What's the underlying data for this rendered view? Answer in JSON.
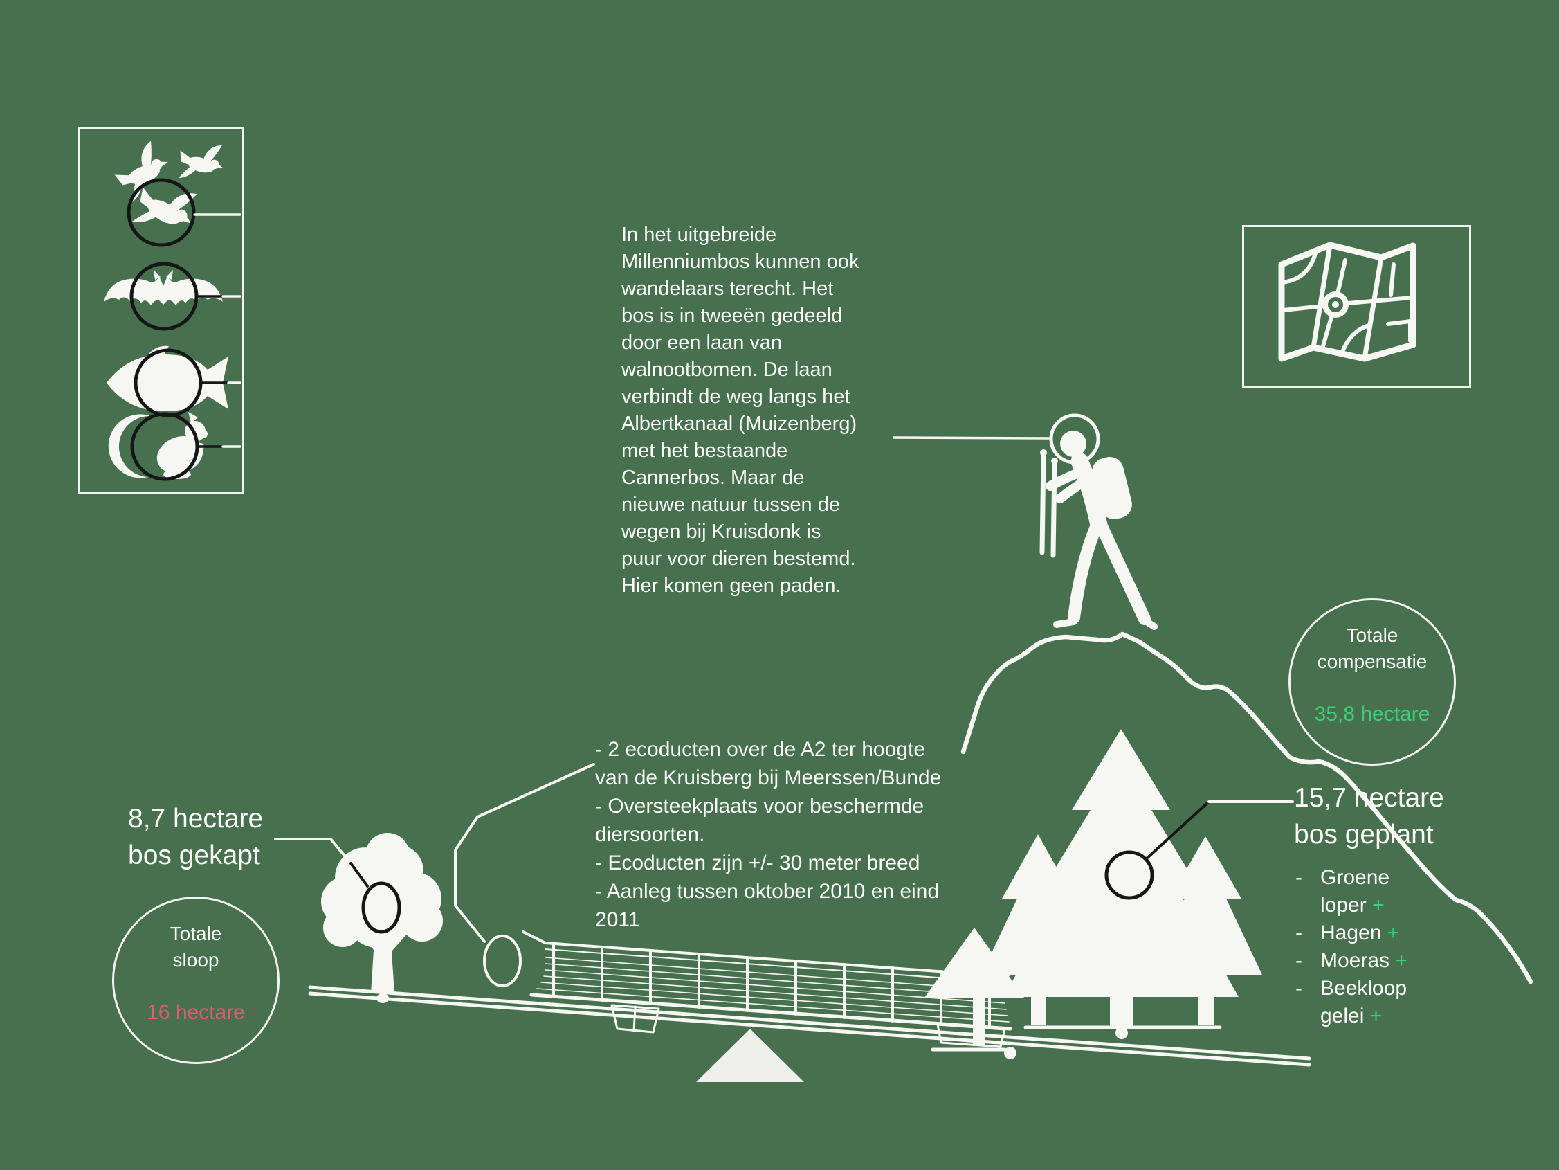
{
  "palette": {
    "background": "#47704f",
    "ink": "#f6f6f3",
    "accent_green": "#3ecd78",
    "accent_red": "#e25c6e",
    "annotation_black": "#161616"
  },
  "icons": {
    "species": [
      "doves-icon",
      "bat-icon",
      "fish-icon",
      "squirrel-icon"
    ],
    "other": [
      "map-icon",
      "hiker-icon",
      "mountain-ridge",
      "deciduous-tree-icon",
      "pine-trees-icon",
      "ecoduct-icon",
      "seesaw-beam",
      "fulcrum-triangle"
    ]
  },
  "walker_note": {
    "lines": [
      "In het uitgebreide",
      "Millenniumbos kunnen ook",
      "wandelaars terecht. Het",
      "bos is in tweeën gedeeld",
      "door een laan van",
      "walnootbomen. De laan",
      "verbindt de weg langs het",
      "Albertkanaal (Muizenberg)",
      "met het bestaande",
      "Cannerbos. Maar de",
      "nieuwe natuur tussen de",
      "wegen bij Kruisdonk is",
      "puur voor dieren bestemd.",
      "Hier komen geen paden."
    ]
  },
  "ecoduct_note": {
    "lines": [
      "- 2 ecoducten over de A2 ter hoogte",
      "van de Kruisberg bij Meerssen/Bunde",
      "- Oversteekplaats voor beschermde",
      "diersoorten.",
      "- Ecoducten zijn +/- 30 meter breed",
      "- Aanleg tussen oktober 2010 en eind",
      "2011"
    ]
  },
  "felled": {
    "line1": "8,7 hectare",
    "line2": "bos gekapt"
  },
  "planted": {
    "line1": "15,7 hectare",
    "line2": "bos geplant",
    "items": [
      {
        "dash": "-",
        "label": "Groene loper",
        "plus": "+"
      },
      {
        "dash": "-",
        "label": "Hagen",
        "plus": "+"
      },
      {
        "dash": "-",
        "label": "Moeras",
        "plus": "+"
      },
      {
        "dash": "-",
        "label": "Beekloop gelei",
        "plus": "+"
      }
    ]
  },
  "compensation_badge": {
    "title_line1": "Totale",
    "title_line2": "compensatie",
    "value": "35,8 hectare"
  },
  "demolition_badge": {
    "title_line1": "Totale",
    "title_line2": "sloop",
    "value": "16 hectare"
  }
}
